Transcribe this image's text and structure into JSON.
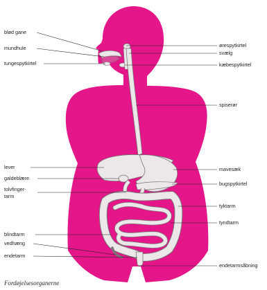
{
  "colors": {
    "body": "#e4168a",
    "organ": "#ece8ea",
    "organ_line": "#7a7275",
    "leader": "#222222"
  },
  "labels": {
    "blod_gane": "blød gane",
    "mundhule": "mundhule",
    "tungespytkirtel": "tungespytkirtel",
    "orespytkirtel": "ørespytkirtel",
    "svaelg": "svælg",
    "kaebespytkirtel": "kæbespytkirtel",
    "spiseror": "spiserør",
    "lever": "lever",
    "galdeblaere": "galdeblære",
    "tolvfinger_1": "tolvfinger-",
    "tolvfinger_2": "tarm",
    "mavesaek": "mavesæk",
    "bugspytkirtel": "bugspytkirtel",
    "tyktarm": "tyktarm",
    "tyndtarm": "tyndtarm",
    "blindtarm": "blindtarm",
    "vedhaeng": "vedhæng",
    "endetarm": "endetarm",
    "endetarmsabning": "endetarmsåbning"
  },
  "caption": "Fordøjelsesorganerne"
}
